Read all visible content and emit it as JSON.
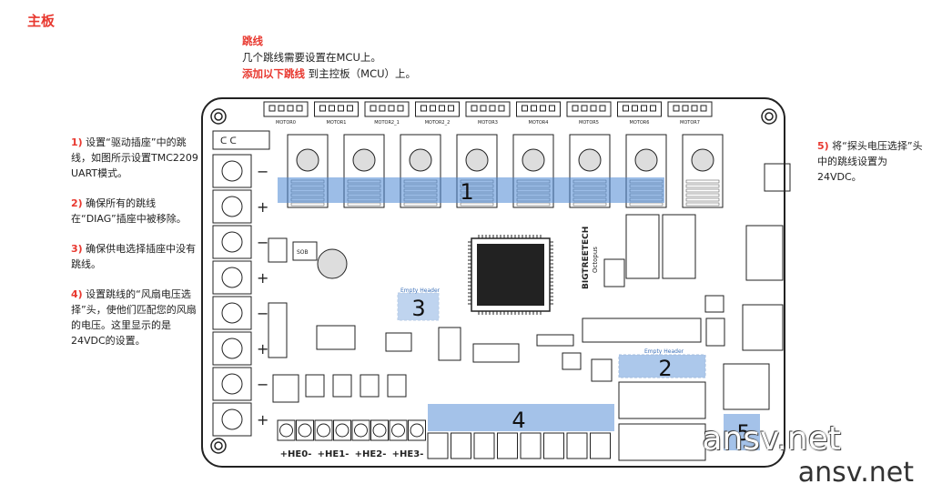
{
  "page_title": "主板",
  "jumper_note": {
    "heading": "跳线",
    "line1": "几个跳线需要设置在MCU上。",
    "line2_red": "添加以下跳线",
    "line2_rest": " 到主控板（MCU）上。"
  },
  "left_notes": [
    {
      "num": "1)",
      "text": " 设置“驱动插座”中的跳线，如图所示设置TMC2209 UART模式。"
    },
    {
      "num": "2)",
      "text": " 确保所有的跳线在“DIAG”插座中被移除。"
    },
    {
      "num": "3)",
      "text": " 确保供电选择插座中没有跳线。"
    },
    {
      "num": "4)",
      "text": " 设置跳线的“风扇电压选择”头，使他们匹配您的风扇的电压。这里显示的是24VDC的设置。"
    }
  ],
  "right_note": {
    "num": "5)",
    "text": " 将“探头电压选择”头中的跳线设置为24VDC。"
  },
  "board": {
    "brand": "BIGTREETECH",
    "model": "Octopus",
    "motor_labels": [
      "MOTOR0",
      "MOTOR1",
      "MOTOR2_1",
      "MOTOR2_2",
      "MOTOR3",
      "MOTOR4",
      "MOTOR5",
      "MOTOR6",
      "MOTOR7"
    ],
    "heater_labels": [
      "+HE0-",
      "+HE1-",
      "+HE2-",
      "+HE3-"
    ],
    "empty_header_label": "Empty Header",
    "chip_label": "SOB",
    "zone_labels": [
      "1",
      "2",
      "3",
      "4",
      "5"
    ]
  },
  "watermark": {
    "text1": "ansv.net",
    "text2": "ansv.net"
  },
  "colors": {
    "accent_red": "#e8382f",
    "highlight_blue": "#4a86d4",
    "text": "#222222"
  }
}
